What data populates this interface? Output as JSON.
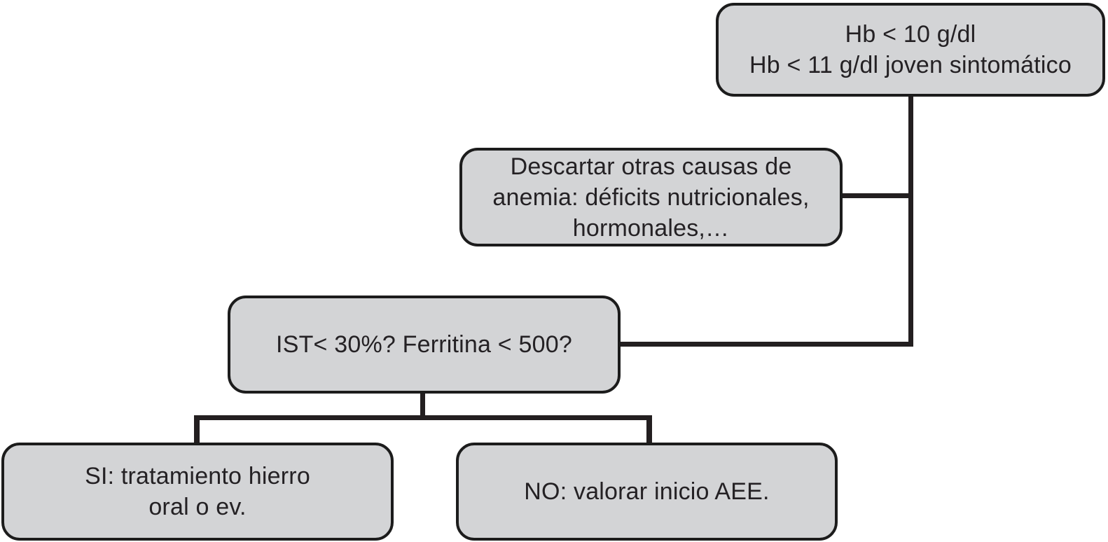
{
  "diagram_type": "flowchart",
  "language": "es",
  "nodes": [
    {
      "id": "hb-threshold",
      "lines": [
        "Hb < 10 g/dl",
        "Hb < 11 g/dl joven sintomático"
      ]
    },
    {
      "id": "rule-out-other-causes",
      "lines": [
        "Descartar otras causas de",
        "anemia: déficits nutricionales,",
        "hormonales,…"
      ]
    },
    {
      "id": "ist-ferritin-question",
      "lines": [
        "IST< 30%? Ferritina < 500?"
      ]
    },
    {
      "id": "yes-iron-treatment",
      "lines": [
        "SI: tratamiento hierro",
        "oral o ev."
      ]
    },
    {
      "id": "no-consider-aee",
      "lines": [
        "NO: valorar inicio AEE."
      ]
    }
  ],
  "edges": [
    {
      "from": "hb-threshold",
      "to": "rule-out-other-causes"
    },
    {
      "from": "hb-threshold",
      "to": "ist-ferritin-question"
    },
    {
      "from": "ist-ferritin-question",
      "to": "yes-iron-treatment"
    },
    {
      "from": "ist-ferritin-question",
      "to": "no-consider-aee"
    }
  ],
  "colors": {
    "background": "#ffffff",
    "node_fill": "#d3d4d6",
    "node_border": "#1c1c1c",
    "connector": "#231f20",
    "text": "#242124"
  }
}
